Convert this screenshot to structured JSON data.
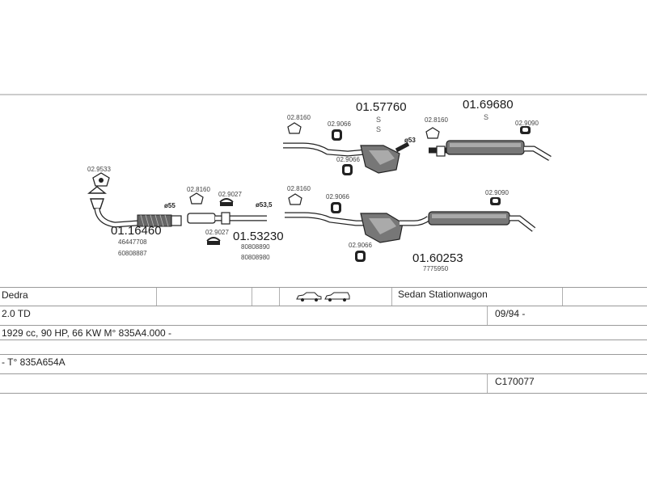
{
  "diagram": {
    "callouts": {
      "c_02_9533": "02.9533",
      "c_02_8160_a": "02.8160",
      "c_02_9027_a": "02.9027",
      "c_02_9027_b": "02.9027",
      "c_02_8160_top": "02.8160",
      "c_02_9066_top": "02.9066",
      "c_02_9066_mid": "02.9066",
      "c_02_8160_top2": "02.8160",
      "c_02_9090_top": "02.9090",
      "c_02_8160_low": "02.8160",
      "c_02_9066_low": "02.9066",
      "c_02_9090_low": "02.9090",
      "c_02_9066_low2": "02.9066"
    },
    "diameters": {
      "d55_a": "ø55",
      "d53_5": "ø53,5",
      "d53": "ø53"
    },
    "parts": {
      "p1": {
        "number": "01.16460",
        "refs": [
          "46447708",
          "60808887"
        ]
      },
      "p2": {
        "number": "01.53230",
        "refs": [
          "80808890",
          "80808980"
        ]
      },
      "p3": {
        "number": "01.57760",
        "mark": "S"
      },
      "p4": {
        "number": "01.69680",
        "mark": "S"
      },
      "p5": {
        "number": "01.60253",
        "refs": [
          "7775950"
        ]
      }
    }
  },
  "table": {
    "model": "Dedra",
    "body_types": "Sedan Stationwagon",
    "engine": "2.0 TD",
    "date": "09/94 -",
    "specs": "1929 cc, 90 HP, 66 KW  M° 835A4.000 -",
    "type_code": "- T° 835A654A",
    "catalog_code": "C170077"
  }
}
